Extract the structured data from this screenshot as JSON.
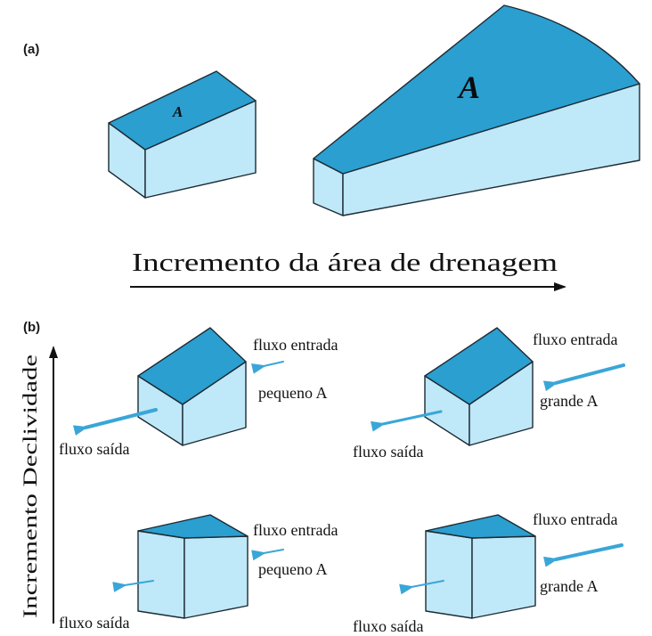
{
  "panels": {
    "a": "(a)",
    "b": "(b)"
  },
  "labels": {
    "area_small": "A",
    "area_large": "A",
    "drainage_axis": "Incremento da área de drenagem",
    "slope_axis": "Incremento Declividade"
  },
  "blocks": [
    {
      "inflow": "fluxo entrada",
      "area": "pequeno A",
      "outflow": "fluxo saída"
    },
    {
      "inflow": "fluxo entrada",
      "area": "grande A",
      "outflow": "fluxo saída"
    },
    {
      "inflow": "fluxo entrada",
      "area": "pequeno A",
      "outflow": "fluxo saída"
    },
    {
      "inflow": "fluxo entrada",
      "area": "grande A",
      "outflow": "fluxo saída"
    }
  ],
  "colors": {
    "top_face": "#2a9fd0",
    "side_face": "#bfe8f8",
    "flow_arrow": "#3aa6d8",
    "outline": "#1d2a33"
  }
}
